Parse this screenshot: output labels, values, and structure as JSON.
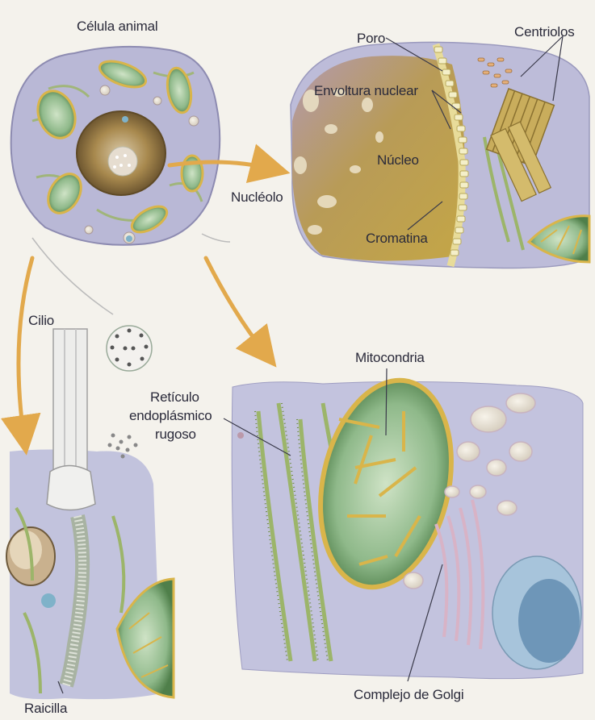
{
  "labels": {
    "celula_animal": "Célula animal",
    "poro": "Poro",
    "centriolos": "Centriolos",
    "envoltura_nuclear": "Envoltura nuclear",
    "nucleo": "Núcleo",
    "nucleolo": "Nucléolo",
    "cromatina": "Cromatina",
    "cilio": "Cilio",
    "mitocondria": "Mitocondria",
    "reticulo_1": "Retículo",
    "reticulo_2": "endoplásmico",
    "reticulo_3": "rugoso",
    "raicilla": "Raicilla",
    "golgi": "Complejo de Golgi"
  },
  "colors": {
    "background": "#f4f2ec",
    "cytoplasm": "#b9b8d6",
    "nucleus": "#b79a45",
    "mitochondria_green": "#8fb98a",
    "mitochondria_outline": "#d9b54a",
    "er_green": "#9cb56a",
    "golgi_pink": "#d8b3c6",
    "arrow": "#e6b45a",
    "text": "#2a2a3a"
  }
}
